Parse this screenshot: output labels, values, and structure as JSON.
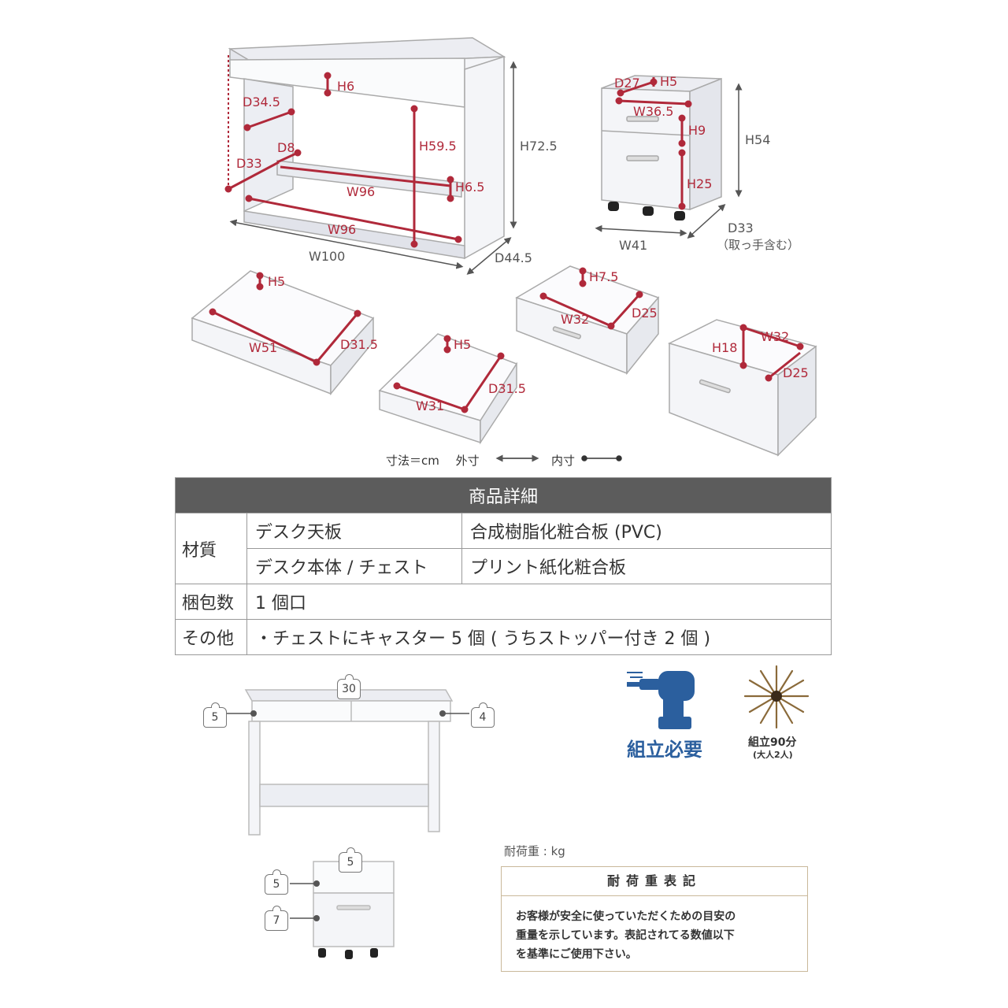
{
  "dimensions": {
    "desk": {
      "h_drawer": "H6",
      "d_upper": "D34.5",
      "d_shelf": "D8",
      "d_lower": "D33",
      "h_inner": "H59.5",
      "h_total": "H72.5",
      "w_shelf": "W96",
      "h_shelf": "H6.5",
      "w_inner": "W96",
      "w_total": "W100",
      "d_total": "D44.5"
    },
    "chest": {
      "d_top": "D27",
      "h_top": "H5",
      "w_top": "W36.5",
      "h_drawer1": "H9",
      "h_drawer2": "H25",
      "h_total": "H54",
      "w_total": "W41",
      "d_total": "D33",
      "d_note": "（取っ手含む）"
    },
    "drawers": {
      "a_h": "H5",
      "a_w": "W51",
      "a_d": "D31.5",
      "b_h": "H5",
      "b_w": "W31",
      "b_d": "D31.5",
      "c_h": "H7.5",
      "c_w": "W32",
      "c_d": "D25",
      "d_h": "H18",
      "d_w": "W32",
      "d_d": "D25"
    },
    "unit_note": {
      "unit": "寸法＝cm",
      "outer": "外寸",
      "inner": "内寸"
    }
  },
  "spec": {
    "header": "商品詳細",
    "material_label": "材質",
    "material_rows": [
      {
        "part": "デスク天板",
        "value": "合成樹脂化粧合板 (PVC)"
      },
      {
        "part": "デスク本体 / チェスト",
        "value": "プリント紙化粧合板"
      }
    ],
    "package_label": "梱包数",
    "package_value": "1 個口",
    "other_label": "その他",
    "other_value": "・チェストにキャスター 5 個 ( うちストッパー付き 2 個 )"
  },
  "load": {
    "desk_top": "30",
    "desk_left": "5",
    "desk_right": "4",
    "chest_top": "5",
    "chest_drawer1": "5",
    "chest_drawer2": "7",
    "unit_label": "耐荷重 : kg",
    "box_title": "耐荷重表記",
    "box_text_1": "お客様が安全に使っていただくための目安の",
    "box_text_2": "重量を示しています。表記されてる数値以下",
    "box_text_3": "を基準にご使用下さい。"
  },
  "assembly": {
    "required": "組立必要",
    "time": "組立90分",
    "people": "(大人2人)"
  },
  "colors": {
    "dimension_red": "#b0293a",
    "header_grey": "#5c5c5c",
    "assembly_blue": "#2b5f9e"
  }
}
